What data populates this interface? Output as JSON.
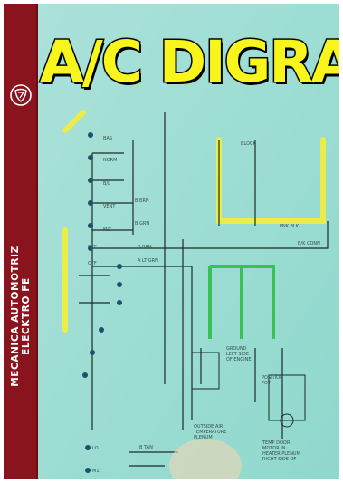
{
  "title": "A/C DIGRAMA",
  "sidebar": {
    "line1": "MECANICA AUTOMOTRIZ",
    "line2": "ELECKTRO FE",
    "color": "#8a141d",
    "logo": "shield-logo-icon"
  },
  "colors": {
    "background": "#8fd8cd",
    "title_fill": "#f8f51c",
    "highlight_yellow": "#f3ee3a",
    "highlight_green": "#2fbf48"
  },
  "diagram_labels": {
    "l1": "BAS",
    "l2": "NORM",
    "l3": "B/L",
    "l4": "VENT",
    "l5": "MIX",
    "l6": "DEF",
    "l7": "OFF",
    "l8": "B BRN",
    "l9": "B GRN",
    "l10": "B BRN",
    "l11": "A LT GRN",
    "l12": "BLOCK",
    "l13": "PNK BLK",
    "l14": "B/K CONN",
    "l15": "GROUND\nLEFT SIDE\nOF ENGINE",
    "l16": "POSITION\nPOT",
    "l17": "OUTSIDE AIR\nTEMPERATURE\nPLENUM",
    "l18": "TEMP DOOR\nMOTOR IN\nHEATER PLENUM\nRIGHT SIDE OF",
    "l19": "LO",
    "l20": "M1",
    "l21": "B TAN"
  }
}
